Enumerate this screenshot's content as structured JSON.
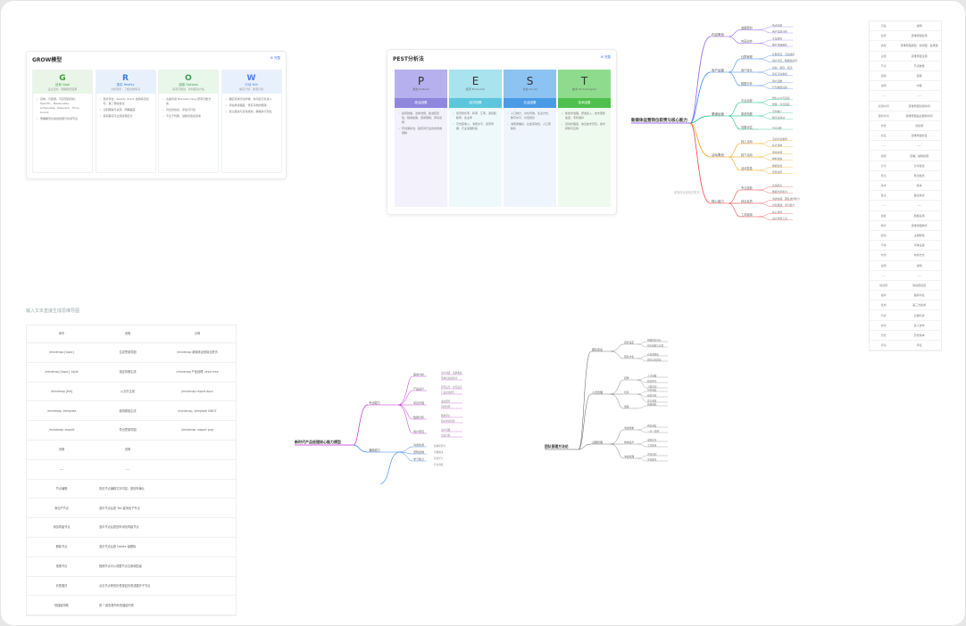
{
  "grow": {
    "title": "GROW模型",
    "subtitle": "",
    "tag": "⊞ 完整",
    "columns": [
      {
        "letter": "G",
        "name": "目标 Goal",
        "desc": "设立目标 · 明确期望结果",
        "color": "#e9f6e7",
        "fg": "#3a9a3a",
        "items": [
          "具体、可衡量、可实现的目标，Specific、Measurable、Achievable、Relevant、Time-bound",
          "明确期望达成的结果与时间节点"
        ]
      },
      {
        "letter": "R",
        "name": "现实 Reality",
        "desc": "分析现状 · 了解当前情况",
        "color": "#e8f1fb",
        "fg": "#3d7ad6",
        "items": [
          "现状评估：Reality check 当前情况如何，做了哪些尝试",
          "识别障碍与资源，明确差距",
          "客观事实与主观感受区分"
        ]
      },
      {
        "letter": "O",
        "name": "选择 Options",
        "desc": "探索可能性 · 寻找解决方案",
        "color": "#e9f6ea",
        "fg": "#3a9a55",
        "items": [
          "头脑风暴 Brainstorming 所有可能方案",
          "列出优缺点，评估可行性",
          "不急于判断，鼓励创造性思考"
        ]
      },
      {
        "letter": "W",
        "name": "行动 Will",
        "desc": "制定计划 · 承诺行动",
        "color": "#e9f0fd",
        "fg": "#4b7be5",
        "items": [
          "确定具体行动步骤、时间表与负责人",
          "评估承诺程度，预见可能的障碍",
          "建立跟进与反馈机制，确保执行到位"
        ]
      }
    ]
  },
  "pest": {
    "title": "PEST分析法",
    "subtitle": "",
    "tag": "⊞ 完整",
    "columns": [
      {
        "letter": "P",
        "sub": "政治 Political",
        "band": "政治因素",
        "head": "#b6b1ee",
        "bandc": "#8f86dd",
        "bg": "#f2f1fc",
        "items": [
          "政府政策、法律法规、政治稳定性、税收政策、贸易限制、劳动法规",
          "环境保护法、政府对行业的支持或限制"
        ]
      },
      {
        "letter": "E",
        "sub": "经济 Economic",
        "band": "经济因素",
        "head": "#a8e3ee",
        "bandc": "#5cc6dc",
        "bg": "#eef9fb",
        "items": [
          "经济增长率、利率、汇率、通货膨胀率、失业率",
          "可支配收入、消费水平、经济周期、行业发展阶段"
        ]
      },
      {
        "letter": "S",
        "sub": "社会 Social",
        "band": "社会因素",
        "head": "#8dc3f2",
        "bandc": "#4a9be6",
        "bg": "#eef5fd",
        "items": [
          "人口统计、文化传统、生活方式、教育水平、价值观念",
          "消费者偏好、社会流动性、人口老龄化"
        ]
      },
      {
        "letter": "T",
        "sub": "技术 Technological",
        "band": "技术因素",
        "head": "#8fdb8e",
        "bandc": "#4fc04d",
        "bg": "#effaef",
        "items": [
          "新技术发展、研发投入、技术更新速度、专利保护",
          "自动化程度、信息技术普及、技术转移与应用"
        ]
      }
    ]
  },
  "mm1": {
    "root": "新媒体运营岗位职责与核心能力",
    "branches": [
      {
        "name": "内容策划",
        "color": "#8b5cf6",
        "subs": [
          {
            "name": "选题策划",
            "leaves": [
              "热点追踪",
              "用户需求分析"
            ]
          },
          {
            "name": "内容创作",
            "leaves": [
              "文案撰写",
              "图片视频制作"
            ]
          }
        ]
      },
      {
        "name": "用户运营",
        "color": "#3b82f6",
        "subs": [
          {
            "name": "社群管理",
            "leaves": [
              "社群搭建、活动组织",
              "用户分层、精细化运营"
            ]
          },
          {
            "name": "用户增长",
            "leaves": [
              "拉新、留存、促活",
              "裂变活动策划"
            ]
          },
          {
            "name": "数据分析",
            "leaves": [
              "用户画像",
              "行为数据追踪"
            ]
          }
        ]
      },
      {
        "name": "渠道运营",
        "color": "#10b981",
        "subs": [
          {
            "name": "平台运营",
            "leaves": [
              "微信公众号运营",
              "微博、抖音运营"
            ]
          },
          {
            "name": "渠道拓展",
            "leaves": [
              "合作推广",
              "跨平台联动"
            ]
          },
          {
            "name": "效果评估",
            "leaves": [
              "ROI分析"
            ]
          }
        ]
      },
      {
        "name": "活动策划",
        "color": "#f59e0b",
        "subs": [
          {
            "name": "线上活动",
            "leaves": [
              "活动方案策划",
              "执行落地"
            ]
          },
          {
            "name": "线下活动",
            "leaves": [
              "场地协调",
              "物料准备"
            ]
          },
          {
            "name": "活动复盘",
            "leaves": [
              "数据复盘",
              "经验总结"
            ]
          }
        ]
      },
      {
        "name": "核心能力",
        "color": "#ef4444",
        "subs": [
          {
            "name": "专业技能",
            "leaves": [
              "文案能力",
              "数据分析能力"
            ]
          },
          {
            "name": "综合素质",
            "leaves": [
              "沟通协调、团队协作能力",
              "创新思维、学习能力"
            ]
          },
          {
            "name": "工具使用",
            "leaves": [
              "办公软件",
              "设计剪辑工具"
            ]
          }
        ]
      }
    ],
    "caption": "新媒体运营岗位职责"
  },
  "mm2": {
    "root": "新时代产品经理核心能力模型",
    "branches": [
      {
        "name": "专业能力",
        "subs": [
          "需求分析",
          "产品设计",
          "项目管理",
          "数据分析",
          "用户研究"
        ]
      },
      {
        "name": "通用能力",
        "subs": [
          "沟通协调",
          "逻辑思维",
          "学习能力"
        ]
      }
    ],
    "leaves": [
      "用户调研、需求收集",
      "需求优先级排序",
      "原型设计、交互设计",
      "产品文档撰写",
      "进度把控",
      "风险管理",
      "数据埋点",
      "指标体系搭建",
      "用户画像",
      "竞品分析",
      "跨部门沟通"
    ],
    "leaves2": [
      "结构化思考",
      "问题解决",
      "持续学习",
      "行业洞察"
    ]
  },
  "mm3": {
    "root": "团队管理方法论",
    "branches": [
      {
        "name": "团队建设",
        "subs": [
          "目标设定",
          "团队文化"
        ],
        "leaves": [
          "明确团队目标",
          "目标拆解与分配",
          "价值观塑造",
          "团队氛围营造"
        ]
      },
      {
        "name": "人员管理",
        "subs": [
          "招聘",
          "培养",
          "激励"
        ],
        "leaves": [
          "人才画像",
          "面试评估",
          "入职培训",
          "导师制度",
          "绩效考核",
          "晋升通道",
          "薪酬激励"
        ]
      },
      {
        "name": "过程管理",
        "subs": [
          "沟通机制",
          "效率提升",
          "冲突处理"
        ],
        "leaves": [
          "例会制度",
          "一对一沟通",
          "流程优化",
          "工具使用",
          "冲突识别",
          "冲突解决"
        ]
      }
    ]
  },
  "table1": {
    "hint": "输入文本直接生成思维导图",
    "headers": [
      "命令",
      "说明",
      "示例"
    ],
    "rows": [
      [
        "/mindmap [topic]",
        "生成思维导图",
        "/mindmap 新媒体运营岗位职责"
      ],
      [
        "/mindmap [topic] -style",
        "指定风格生成",
        "/mindmap 产品经理 -style tree"
      ],
      [
        "/mindmap [file]",
        "从文件生成",
        "/mindmap report.docx"
      ],
      [
        "/mindmap -template",
        "使用模板生成",
        "/mindmap -template SWOT"
      ],
      [
        "/mindmap -export",
        "导出思维导图",
        "/mindmap -export png"
      ],
      [
        "说明",
        "说明",
        ""
      ],
      [
        "----",
        "----",
        ""
      ],
      [
        "节点编辑",
        "双击节点编辑文字内容，按回车确认",
        ""
      ],
      [
        "添加子节点",
        "选中节点后按 Tab 键添加子节点",
        ""
      ],
      [
        "添加同级节点",
        "选中节点后按回车添加同级节点",
        ""
      ],
      [
        "删除节点",
        "选中节点后按 Delete 键删除",
        ""
      ],
      [
        "拖拽节点",
        "拖拽节点可以调整节点位置和层级",
        ""
      ],
      [
        "折叠展开",
        "点击节点旁的折叠按钮折叠或展开子节点",
        ""
      ],
      [
        "快捷键帮助",
        "按 ? 键查看所有快捷键列表",
        ""
      ]
    ]
  },
  "rtable": {
    "rows": [
      [
        "字段",
        "说明"
      ],
      [
        "名称",
        "思维导图名称"
      ],
      [
        "类型",
        "思维导图类型：树状图、鱼骨图"
      ],
      [
        "主题",
        "思维导图主题"
      ],
      [
        "节点",
        "节点数量"
      ],
      [
        "层级",
        "层级"
      ],
      [
        "说明",
        "内容"
      ],
      [
        "----",
        "----"
      ],
      [
        "创建时间",
        "思维导图创建时间"
      ],
      [
        "更新时间",
        "思维导图最后更新时间"
      ],
      [
        "作者",
        "创建者"
      ],
      [
        "标签",
        "思维导图标签"
      ],
      [
        "----",
        "----"
      ],
      [
        "权限",
        "查看、编辑权限"
      ],
      [
        "分享",
        "分享链接"
      ],
      [
        "导出",
        "导出格式"
      ],
      [
        "版本",
        "版本"
      ],
      [
        "备注",
        "备注信息"
      ],
      [
        "----",
        "----"
      ],
      [
        "模板",
        "模板名称"
      ],
      [
        "样式",
        "思维导图样式"
      ],
      [
        "颜色",
        "主题颜色"
      ],
      [
        "字体",
        "字体设置"
      ],
      [
        "布局",
        "布局方式"
      ],
      [
        "说明",
        "说明"
      ],
      [
        "----",
        "----"
      ],
      [
        "快捷键",
        "快捷键设置"
      ],
      [
        "插件",
        "插件列表"
      ],
      [
        "集成",
        "第三方集成"
      ],
      [
        "同步",
        "云端同步"
      ],
      [
        "协作",
        "多人协作"
      ],
      [
        "历史",
        "历史版本"
      ],
      [
        "评论",
        "评论"
      ]
    ]
  }
}
